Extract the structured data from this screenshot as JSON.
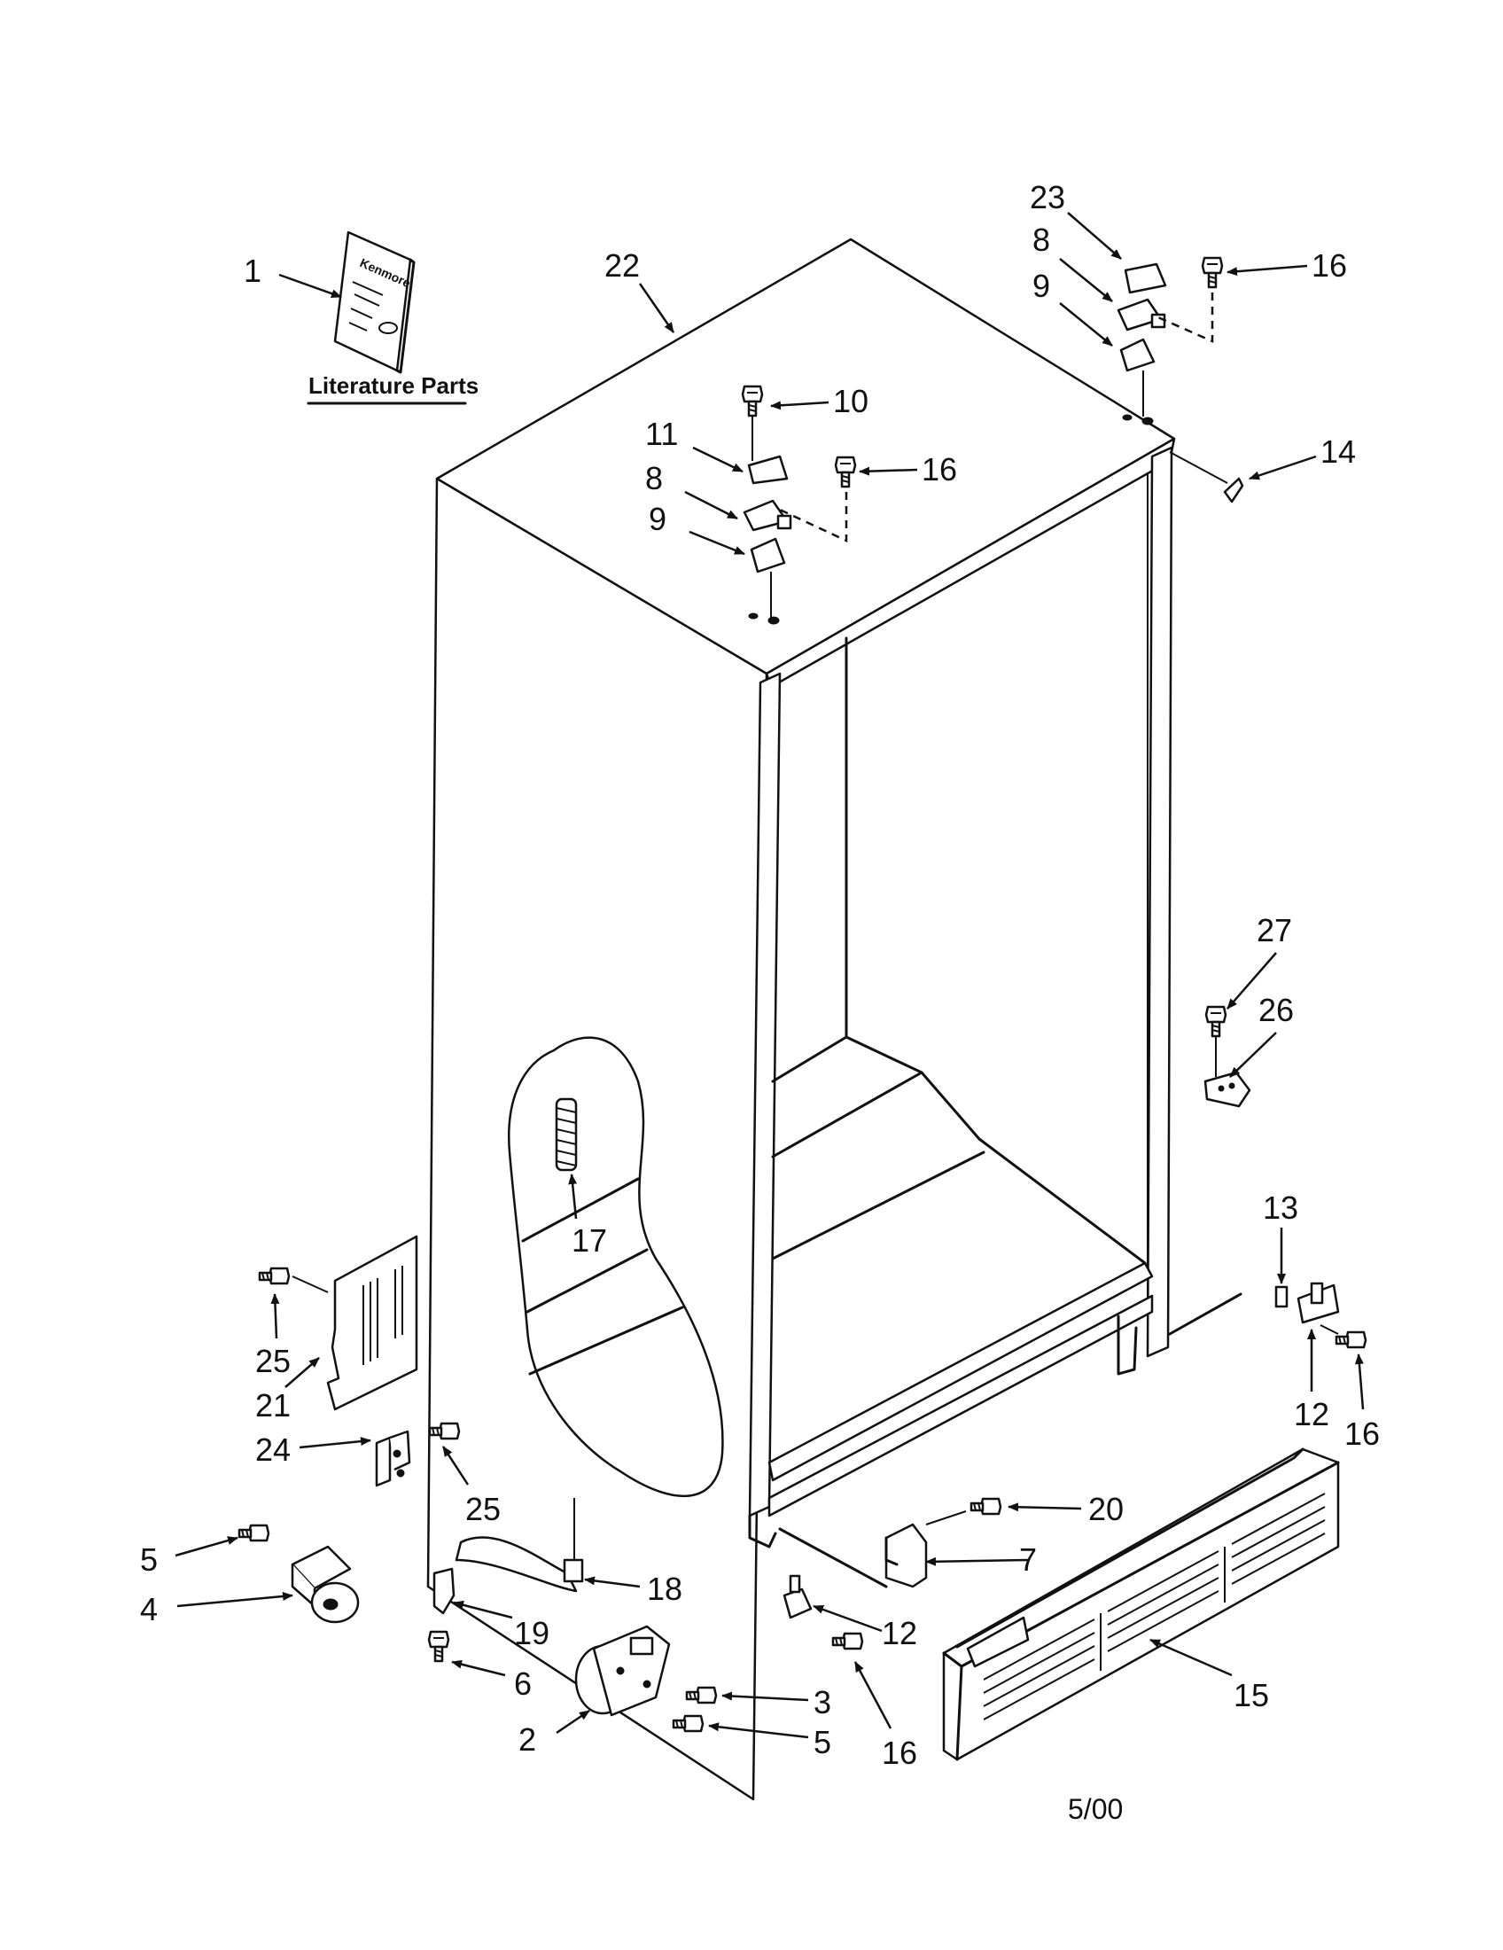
{
  "literature": {
    "label": "Literature Parts",
    "booklet_text": "Kenmore"
  },
  "date_code": "5/00",
  "callouts": {
    "c1": "1",
    "c22": "22",
    "c23": "23",
    "c8a": "8",
    "c9a": "9",
    "c16a": "16",
    "c10": "10",
    "c11": "11",
    "c8b": "8",
    "c9b": "9",
    "c16b": "16",
    "c14": "14",
    "c27": "27",
    "c26": "26",
    "c17": "17",
    "c13": "13",
    "c12a": "12",
    "c16c": "16",
    "c25a": "25",
    "c21": "21",
    "c24": "24",
    "c25b": "25",
    "c20": "20",
    "c7": "7",
    "c5a": "5",
    "c4": "4",
    "c18": "18",
    "c19": "19",
    "c6": "6",
    "c12b": "12",
    "c15": "15",
    "c3": "3",
    "c5b": "5",
    "c16d": "16",
    "c2": "2"
  },
  "icons": {
    "booklet": "literature-booklet-icon",
    "screw": "screw-icon",
    "hinge": "hinge-icon",
    "cabinet": "refrigerator-cabinet",
    "grille": "toe-grille-icon",
    "roller": "roller-icon"
  }
}
